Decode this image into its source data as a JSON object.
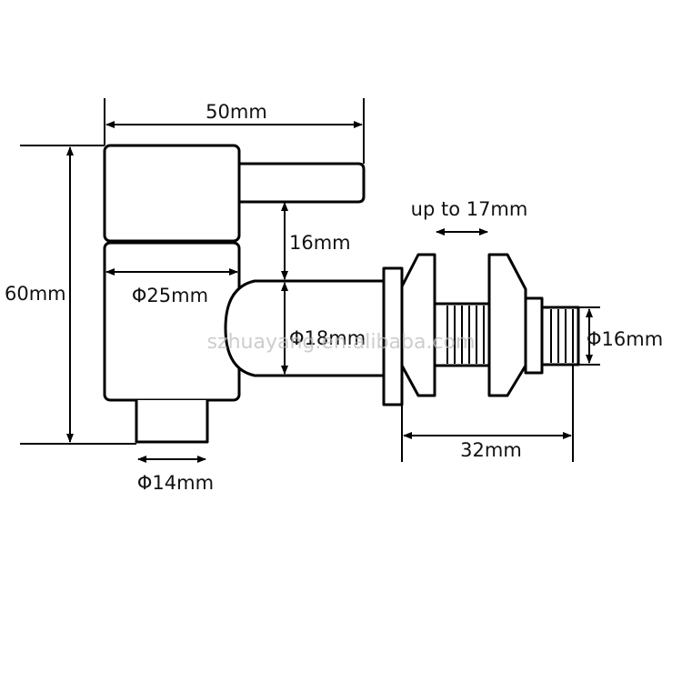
{
  "dimensions": {
    "overall_length": "50mm",
    "overall_height": "60mm",
    "body_diameter": "Φ25mm",
    "spout_diameter": "Φ14mm",
    "lever_gap": "16mm",
    "shank_diameter": "Φ18mm",
    "wall_range": "up to 17mm",
    "thread_length": "32mm",
    "thread_diameter": "Φ16mm"
  },
  "watermark": "szhuayang.en.alibaba.com",
  "colors": {
    "line": "#000000",
    "watermark": "#bdbdbd"
  }
}
